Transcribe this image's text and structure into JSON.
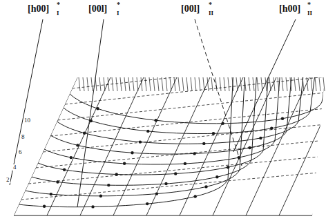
{
  "diagram": {
    "labels": [
      "[h00]",
      "I",
      "*",
      "[00l]",
      "I",
      "*",
      "[00l]",
      "II",
      "*",
      "[h00]",
      "II",
      "*",
      "10",
      "8",
      "6",
      "4",
      "2"
    ]
  }
}
